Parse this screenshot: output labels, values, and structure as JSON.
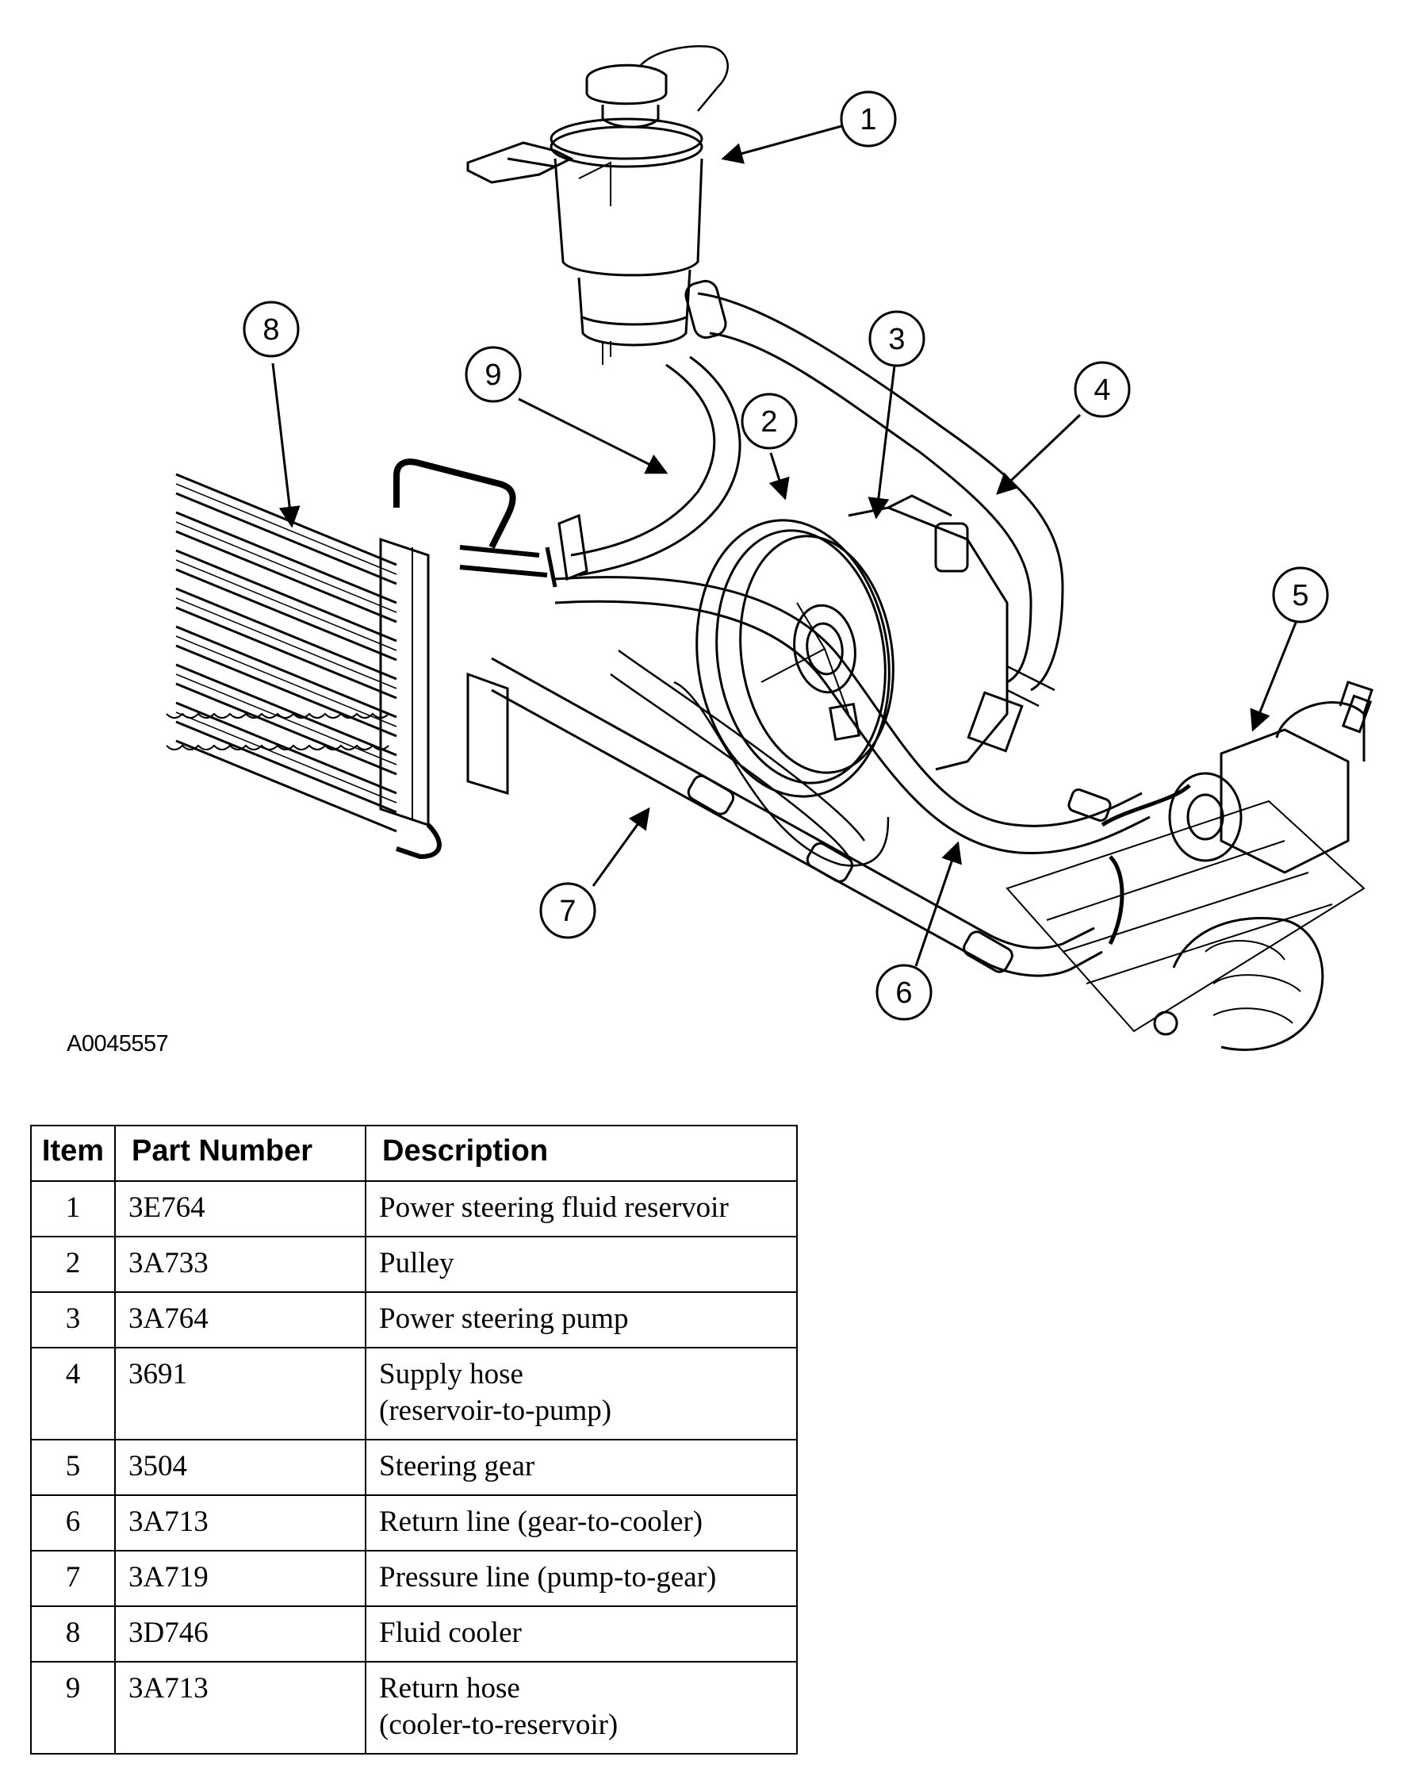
{
  "figure": {
    "id": "A0045557",
    "callouts": [
      "1",
      "2",
      "3",
      "4",
      "5",
      "6",
      "7",
      "8",
      "9"
    ]
  },
  "table": {
    "headers": [
      "Item",
      "Part Number",
      "Description"
    ],
    "rows": [
      {
        "item": "1",
        "part": "3E764",
        "desc": [
          "Power steering fluid reservoir"
        ]
      },
      {
        "item": "2",
        "part": "3A733",
        "desc": [
          "Pulley"
        ]
      },
      {
        "item": "3",
        "part": "3A764",
        "desc": [
          "Power steering pump"
        ]
      },
      {
        "item": "4",
        "part": "3691",
        "desc": [
          "Supply hose",
          "(reservoir-to-pump)"
        ]
      },
      {
        "item": "5",
        "part": "3504",
        "desc": [
          "Steering gear"
        ]
      },
      {
        "item": "6",
        "part": "3A713",
        "desc": [
          "Return line (gear-to-cooler)"
        ]
      },
      {
        "item": "7",
        "part": "3A719",
        "desc": [
          "Pressure line (pump-to-gear)"
        ]
      },
      {
        "item": "8",
        "part": "3D746",
        "desc": [
          "Fluid cooler"
        ]
      },
      {
        "item": "9",
        "part": "3A713",
        "desc": [
          "Return hose",
          "(cooler-to-reservoir)"
        ]
      }
    ]
  }
}
